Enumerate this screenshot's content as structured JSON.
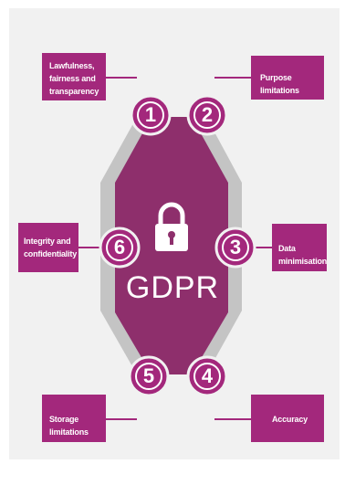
{
  "center": {
    "title": "GDPR",
    "icon": "padlock-icon"
  },
  "principles": [
    {
      "number": "1",
      "label": "Lawfulness, fairness and transparency"
    },
    {
      "number": "2",
      "label": "Purpose limitations"
    },
    {
      "number": "3",
      "label": "Data minimisation"
    },
    {
      "number": "4",
      "label": "Accuracy"
    },
    {
      "number": "5",
      "label": "Storage limitations"
    },
    {
      "number": "6",
      "label": "Integrity and confidentiality"
    }
  ],
  "colors": {
    "magenta": "#a3287c",
    "hexagon": "#8e2f6c",
    "grey_ring": "#c4c4c4",
    "background": "#f1f1f1"
  }
}
